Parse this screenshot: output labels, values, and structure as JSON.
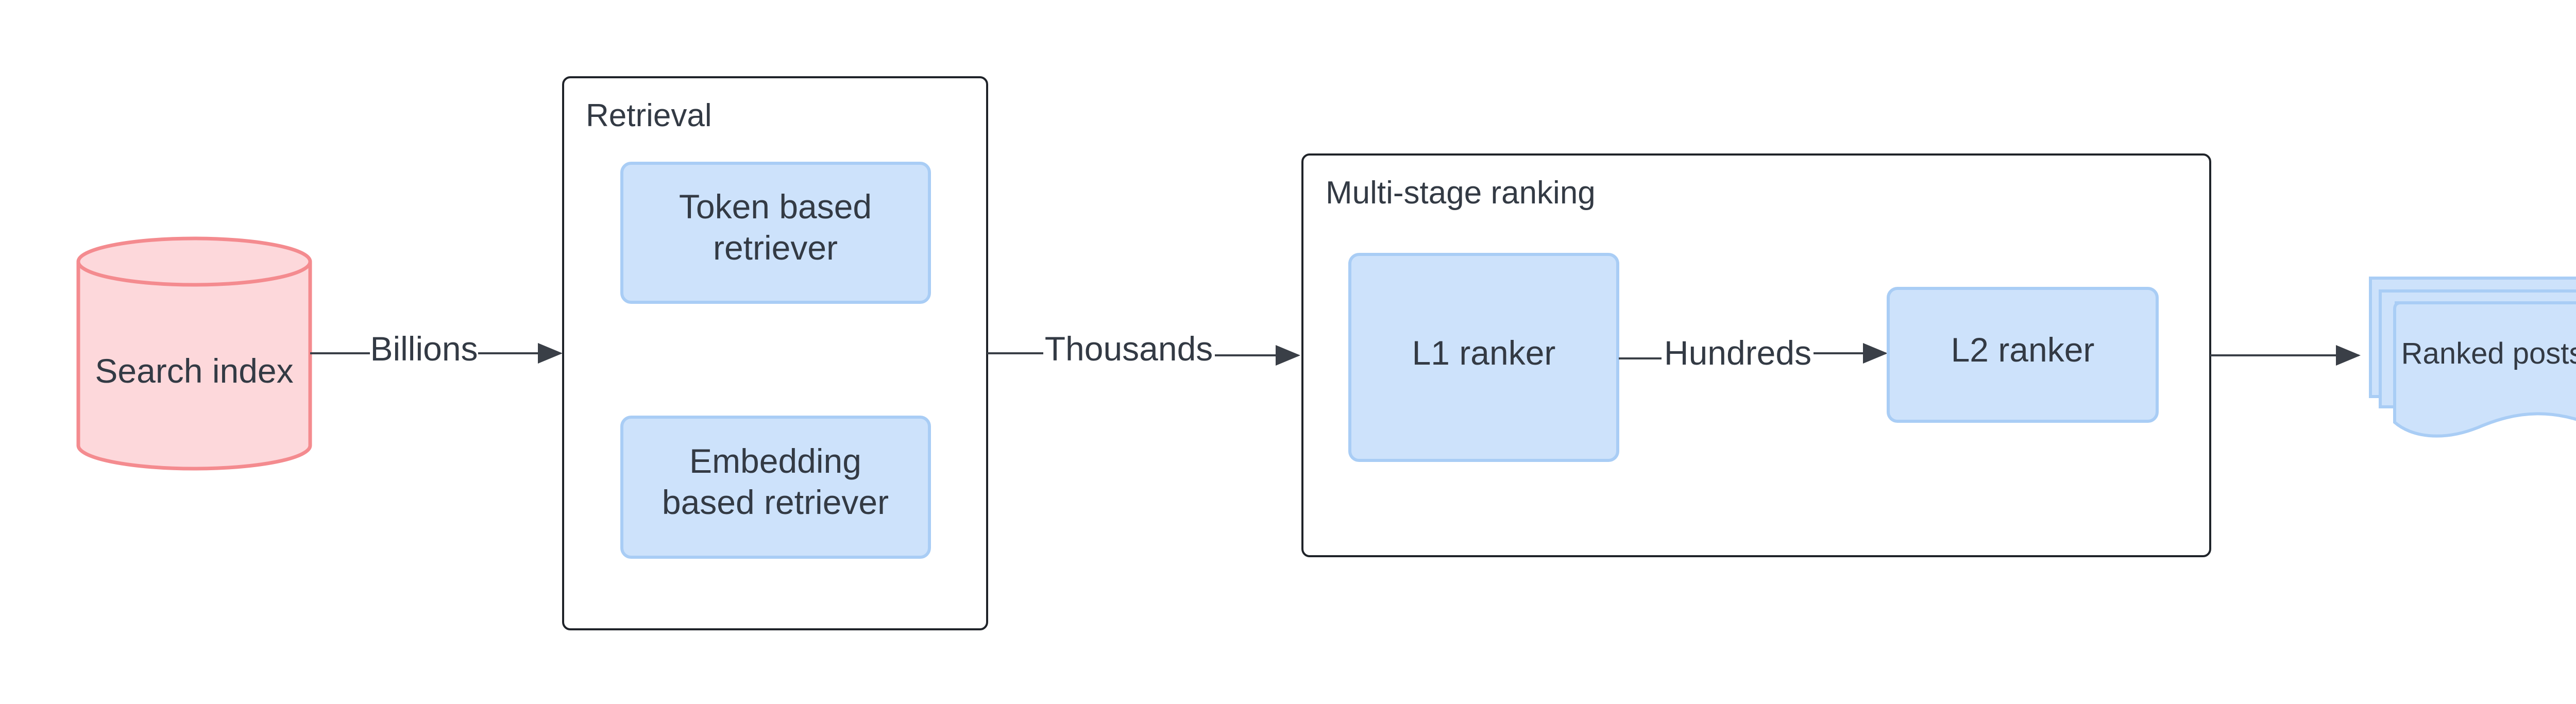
{
  "nodes": {
    "search_index": "Search index",
    "token_retriever_line1": "Token based",
    "token_retriever_line2": "retriever",
    "embedding_retriever_line1": "Embedding",
    "embedding_retriever_line2": "based retriever",
    "l1_ranker": "L1 ranker",
    "l2_ranker": "L2 ranker",
    "ranked_posts": "Ranked posts"
  },
  "groups": {
    "retrieval": "Retrieval",
    "ranking": "Multi-stage ranking"
  },
  "edges": {
    "billions": "Billions",
    "thousands": "Thousands",
    "hundreds": "Hundreds"
  },
  "colors": {
    "database_fill": "#fdd8db",
    "database_stroke": "#f48b8f",
    "process_fill": "#cde2fb",
    "process_stroke": "#a9cdf5",
    "line": "#3a3f47",
    "text": "#333a44"
  }
}
